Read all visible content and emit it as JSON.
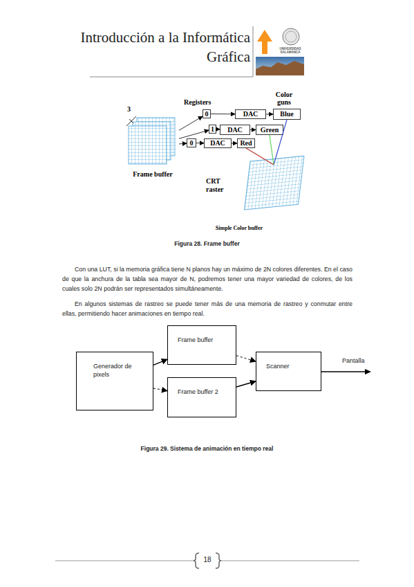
{
  "diagram": {
    "title": "Introducción a la Informática Gráfica",
    "caption": "Figura 29. Sistema de animación en tiempo real",
    "nodes": [
      {
        "text": [
          "Frame buffer"
        ]
      },
      {
        "text": [
          "0"
        ]
      },
      {
        "text": [
          "DAC"
        ]
      },
      {
        "text": [
          "Blue"
        ]
      },
      {
        "text": [
          "1"
        ]
      },
      {
        "text": [
          "DAC"
        ]
      },
      {
        "text": [
          "Green"
        ]
      },
      {
        "text": [
          "0"
        ]
      },
      {
        "text": [
          "DAC"
        ]
      },
      {
        "text": [
          "Red"
        ]
      },
      {
        "text": [
          "CRT raster"
        ]
      },
      {
        "text": [
          "Generador de pixels"
        ]
      },
      {
        "text": [
          "Frame buffer"
        ]
      },
      {
        "text": [
          "Frame buffer 2"
        ]
      },
      {
        "text": [
          "Scanner"
        ]
      }
    ],
    "edges": [
      {
        "from": 0,
        "to": 1,
        "arrow": "to"
      },
      {
        "from": 0,
        "to": 4,
        "arrow": "to"
      },
      {
        "from": 0,
        "to": 7,
        "arrow": "to"
      },
      {
        "from": 1,
        "to": 2,
        "arrow": "to"
      },
      {
        "from": 2,
        "to": 3,
        "arrow": "to"
      },
      {
        "from": 4,
        "to": 5,
        "arrow": "to"
      },
      {
        "from": 5,
        "to": 6,
        "arrow": "to"
      },
      {
        "from": 7,
        "to": 8,
        "arrow": "to"
      },
      {
        "from": 8,
        "to": 9,
        "arrow": "to"
      },
      {
        "from": 3,
        "to": 10,
        "arrow": "none"
      },
      {
        "from": 6,
        "to": 10,
        "arrow": "none"
      },
      {
        "from": 9,
        "to": 10,
        "arrow": "none"
      },
      {
        "from": 11,
        "to": 12,
        "arrow": "to"
      },
      {
        "from": 11,
        "to": 13,
        "arrow": "to"
      },
      {
        "from": 12,
        "to": 14,
        "arrow": "to"
      },
      {
        "from": 13,
        "to": 14,
        "arrow": "to"
      }
    ],
    "labels": [
      "UNIVERSIDAD SALAMANCA",
      "3",
      "Registers",
      "Color guns",
      "Simple Color buffer",
      "Figura 28. Frame buffer",
      "Con una LUT, si la memoria gráfica tiene N planos hay un máximo de 2N colores diferentes. En el caso de que la anchura de la tabla sea mayor de N, podremos tener una mayor variedad de colores, de los cuales solo 2N podrán ser representados simultáneamente.",
      "En algunos sistemas de rastreo se puede tener más de una memoria de rastreo y conmutar entre ellas, permitiendo hacer animaciones en tiempo real.",
      "Pantalla",
      "18"
    ]
  }
}
